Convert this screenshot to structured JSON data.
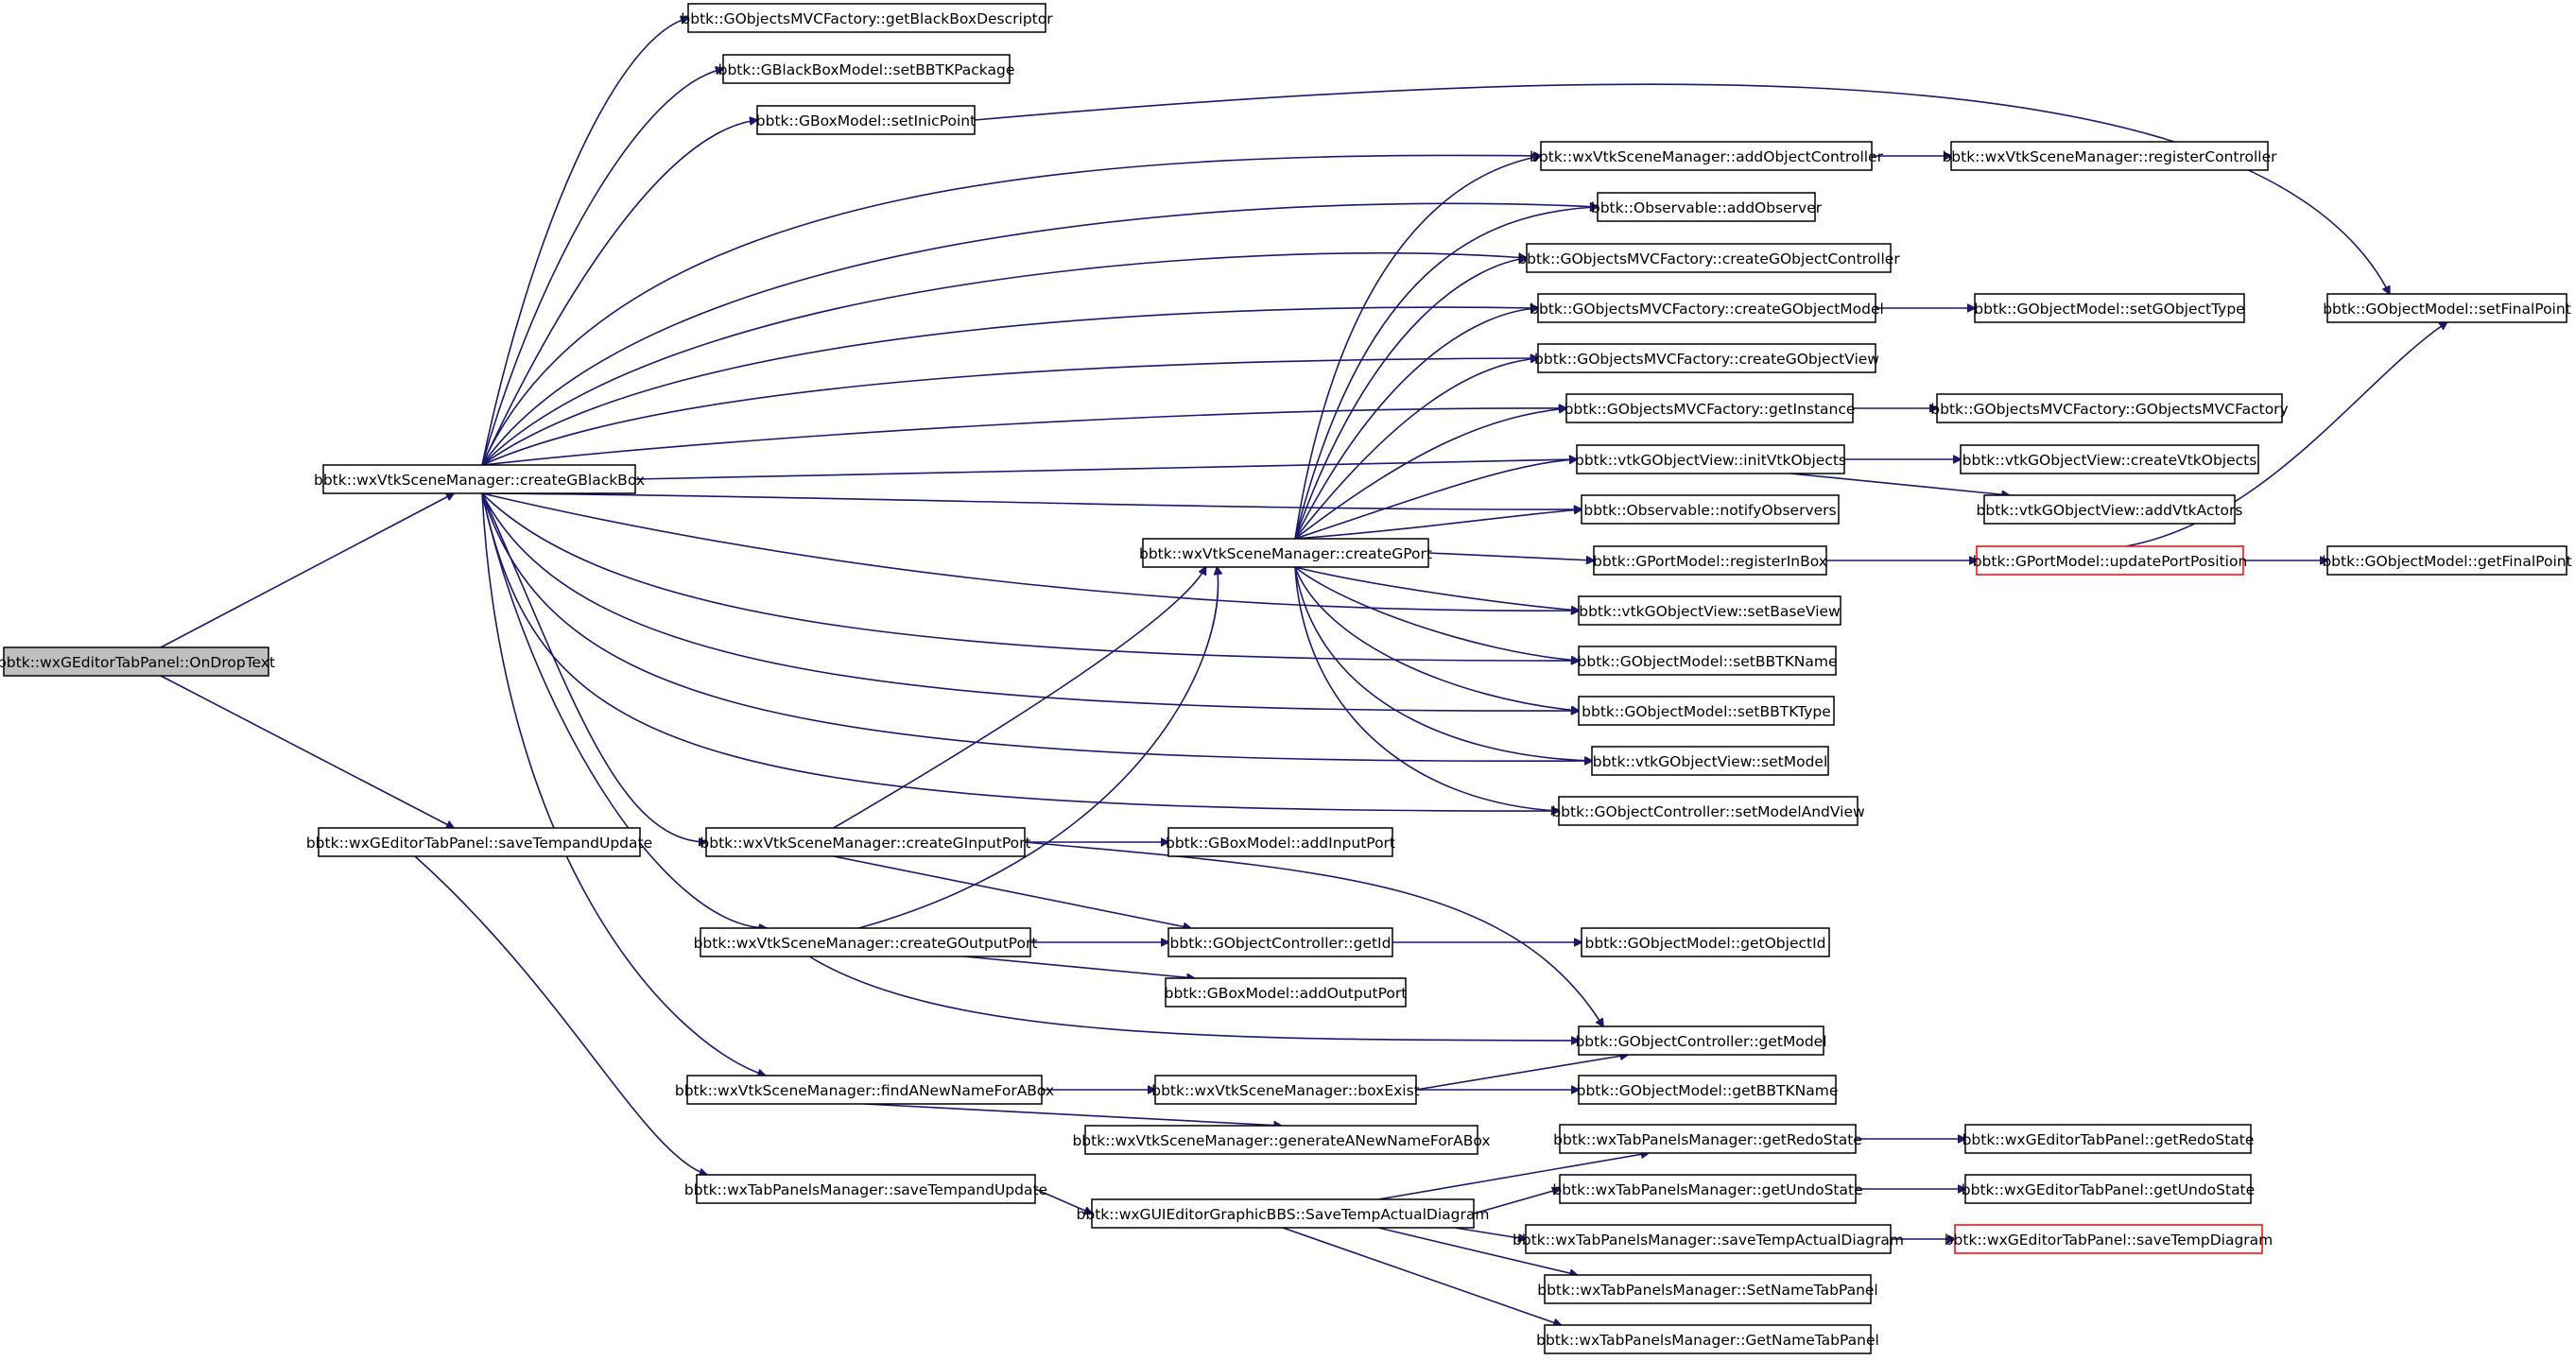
{
  "graph": {
    "edge_color": "#191970",
    "root_fill": "#bfbfbf",
    "truncated_border": "#ff0000",
    "nodes": {
      "root": "bbtk::wxGEditorTabPanel::OnDropText",
      "createGBlackBox": "bbtk::wxVtkSceneManager::createGBlackBox",
      "saveTempandUpdate": "bbtk::wxGEditorTabPanel::saveTempandUpdate",
      "getBlackBoxDescriptor": "bbtk::GObjectsMVCFactory::getBlackBoxDescriptor",
      "setBBTKPackage": "bbtk::GBlackBoxModel::setBBTKPackage",
      "setInicPoint": "bbtk::GBoxModel::setInicPoint",
      "addObjectController": "bbtk::wxVtkSceneManager::addObjectController",
      "registerController": "bbtk::wxVtkSceneManager::registerController",
      "addObserver": "bbtk::Observable::addObserver",
      "createGObjectController": "bbtk::GObjectsMVCFactory::createGObjectController",
      "createGObjectModel": "bbtk::GObjectsMVCFactory::createGObjectModel",
      "setGObjectType": "bbtk::GObjectModel::setGObjectType",
      "createGObjectView": "bbtk::GObjectsMVCFactory::createGObjectView",
      "getInstance": "bbtk::GObjectsMVCFactory::getInstance",
      "mvcFactoryCtor": "bbtk::GObjectsMVCFactory::GObjectsMVCFactory",
      "initVtkObjects": "bbtk::vtkGObjectView::initVtkObjects",
      "createVtkObjects": "bbtk::vtkGObjectView::createVtkObjects",
      "addVtkActors": "bbtk::vtkGObjectView::addVtkActors",
      "notifyObservers": "bbtk::Observable::notifyObservers",
      "createGPort": "bbtk::wxVtkSceneManager::createGPort",
      "registerInBox": "bbtk::GPortModel::registerInBox",
      "updatePortPosition": "bbtk::GPortModel::updatePortPosition",
      "setFinalPoint": "bbtk::GObjectModel::setFinalPoint",
      "getFinalPoint": "bbtk::GObjectModel::getFinalPoint",
      "setBaseView": "bbtk::vtkGObjectView::setBaseView",
      "setBBTKName": "bbtk::GObjectModel::setBBTKName",
      "setBBTKType": "bbtk::GObjectModel::setBBTKType",
      "setModel": "bbtk::vtkGObjectView::setModel",
      "setModelAndView": "bbtk::GObjectController::setModelAndView",
      "createGInputPort": "bbtk::wxVtkSceneManager::createGInputPort",
      "addInputPort": "bbtk::GBoxModel::addInputPort",
      "createGOutputPort": "bbtk::wxVtkSceneManager::createGOutputPort",
      "getId": "bbtk::GObjectController::getId",
      "getObjectId": "bbtk::GObjectModel::getObjectId",
      "addOutputPort": "bbtk::GBoxModel::addOutputPort",
      "getModel": "bbtk::GObjectController::getModel",
      "findANewNameForABox": "bbtk::wxVtkSceneManager::findANewNameForABox",
      "boxExist": "bbtk::wxVtkSceneManager::boxExist",
      "getBBTKName": "bbtk::GObjectModel::getBBTKName",
      "generateANewNameForABox": "bbtk::wxVtkSceneManager::generateANewNameForABox",
      "tabMgrSaveTempandUpdate": "bbtk::wxTabPanelsManager::saveTempandUpdate",
      "saveTempActualDiagram": "bbtk::wxGUIEditorGraphicBBS::SaveTempActualDiagram",
      "getRedoState": "bbtk::wxTabPanelsManager::getRedoState",
      "panelGetRedoState": "bbtk::wxGEditorTabPanel::getRedoState",
      "getUndoState": "bbtk::wxTabPanelsManager::getUndoState",
      "panelGetUndoState": "bbtk::wxGEditorTabPanel::getUndoState",
      "tabMgrSaveTempActualDiagram": "bbtk::wxTabPanelsManager::saveTempActualDiagram",
      "saveTempDiagram": "bbtk::wxGEditorTabPanel::saveTempDiagram",
      "setNameTabPanel": "bbtk::wxTabPanelsManager::SetNameTabPanel",
      "getNameTabPanel": "bbtk::wxTabPanelsManager::GetNameTabPanel"
    }
  }
}
